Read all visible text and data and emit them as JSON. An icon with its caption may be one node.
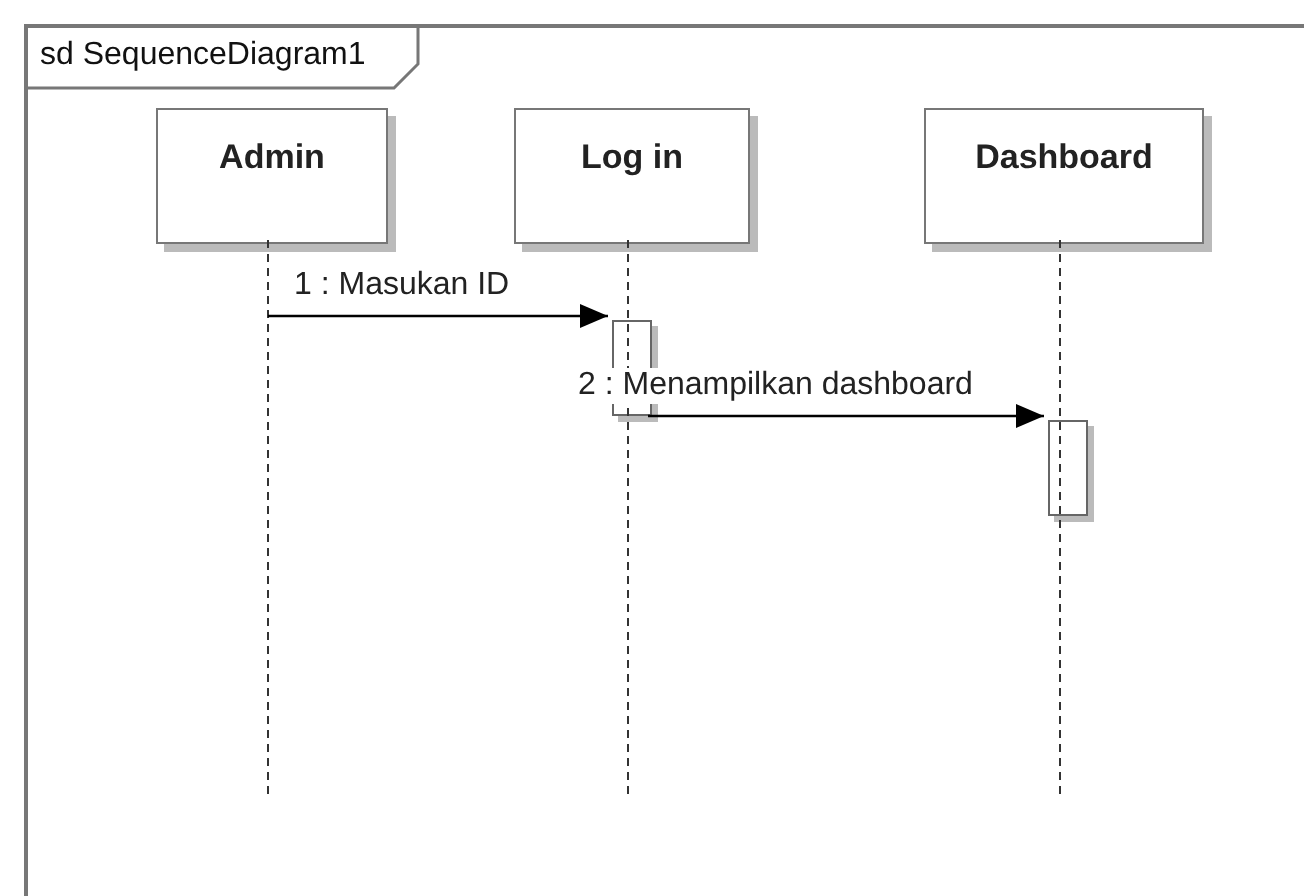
{
  "diagram": {
    "nodes": [
      {
        "text": [
          "sd SequenceDiagram1"
        ]
      },
      {
        "text": [
          "Admin"
        ],
        "in": 0
      },
      {
        "text": [
          "Log in"
        ],
        "in": 0
      },
      {
        "text": [
          "Dashboard"
        ],
        "in": 0
      },
      {
        "text": [],
        "shape": "bar",
        "in": 0
      },
      {
        "text": [],
        "shape": "bar",
        "in": 0
      }
    ],
    "edges": [
      {
        "from": 1,
        "to": 4,
        "arrow": "to",
        "label": "1 : Masukan ID"
      },
      {
        "from": 4,
        "to": 5,
        "arrow": "to",
        "label": "2 : Menampilkan dashboard"
      }
    ]
  }
}
